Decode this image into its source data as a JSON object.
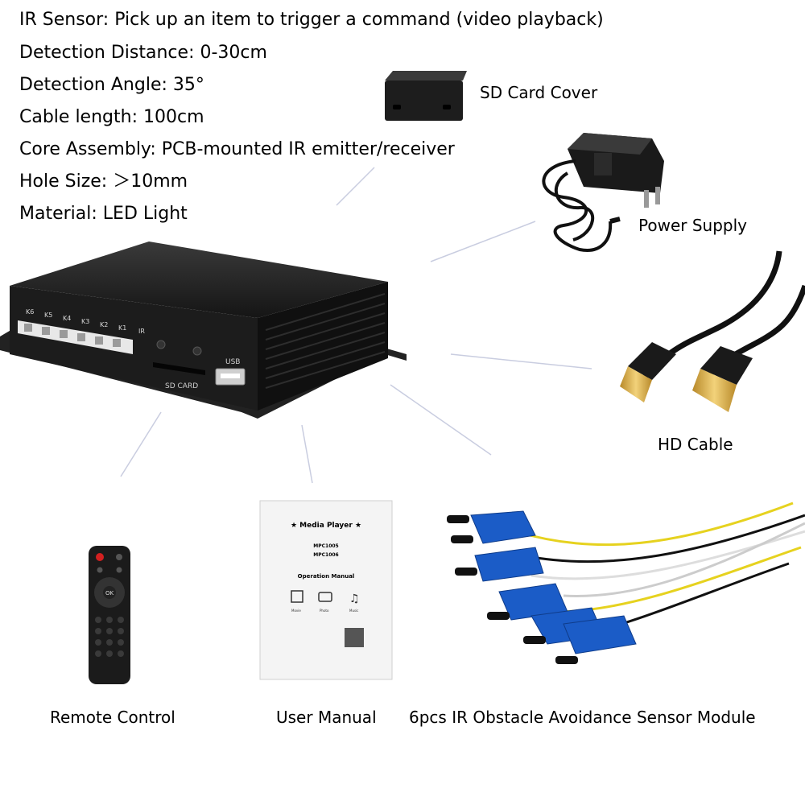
{
  "specs": [
    "IR Sensor: Pick up an item to trigger a command (video playback)",
    "Detection Distance: 0-30cm",
    "Detection Angle: 35°",
    "Cable length: 100cm",
    "Core Assembly: PCB-mounted IR emitter/receiver",
    "Hole Size: ＞10mm",
    "Material: LED Light"
  ],
  "captions": {
    "sd_card_cover": "SD Card Cover",
    "power_supply": "Power Supply",
    "hd_cable": "HD Cable",
    "remote_control": "Remote Control",
    "user_manual": "User Manual",
    "sensor_module": "6pcs IR Obstacle Avoidance Sensor Module"
  },
  "player": {
    "ports": [
      "K6",
      "K5",
      "K4",
      "K3",
      "K2",
      "K1",
      "IR"
    ],
    "sd_label": "SD CARD",
    "usb_label": "USB"
  },
  "manual": {
    "title": "★ Media Player ★",
    "model1": "MPC1005",
    "model2": "MPC1006",
    "subtitle": "Operation Manual",
    "icon_labels": [
      "Movie",
      "Photo",
      "Music"
    ]
  },
  "remote": {
    "ok_label": "OK"
  }
}
